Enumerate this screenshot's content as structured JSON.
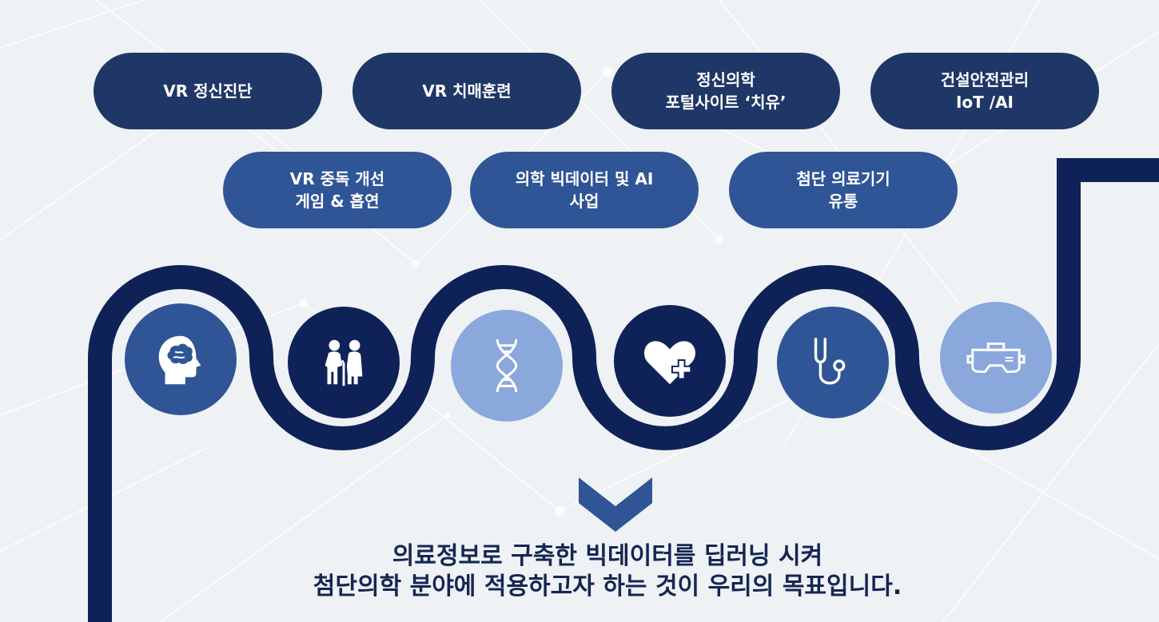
{
  "pills_row1": [
    {
      "lines": [
        "VR 정신진단"
      ]
    },
    {
      "lines": [
        "VR 치매훈련"
      ]
    },
    {
      "lines": [
        "정신의학",
        "포털사이트 ‘치유’"
      ]
    },
    {
      "lines": [
        "건설안전관리",
        "IoT /AI"
      ]
    }
  ],
  "pills_row2": [
    {
      "lines": [
        "VR 중독 개선",
        "게임 & 흡연"
      ]
    },
    {
      "lines": [
        "의학 빅데이터 및 AI",
        "사업"
      ]
    },
    {
      "lines": [
        "첨단 의료기기",
        "유통"
      ]
    }
  ],
  "icons": [
    {
      "name": "brain-head-icon"
    },
    {
      "name": "elderly-couple-icon"
    },
    {
      "name": "dna-icon"
    },
    {
      "name": "heart-plus-icon"
    },
    {
      "name": "stethoscope-icon"
    },
    {
      "name": "vr-headset-icon"
    }
  ],
  "message": {
    "line1": "의료정보로 구축한 빅데이터를 딥러닝 시켜",
    "line2": "첨단의학 분야에 적용하고자 하는 것이 우리의 목표입니다."
  },
  "colors": {
    "navy": "#0f2258",
    "dark_pill": "#1f3766",
    "mid_pill": "#2f5596",
    "light_circle": "#8aa8dc",
    "background": "#eef2f5"
  }
}
